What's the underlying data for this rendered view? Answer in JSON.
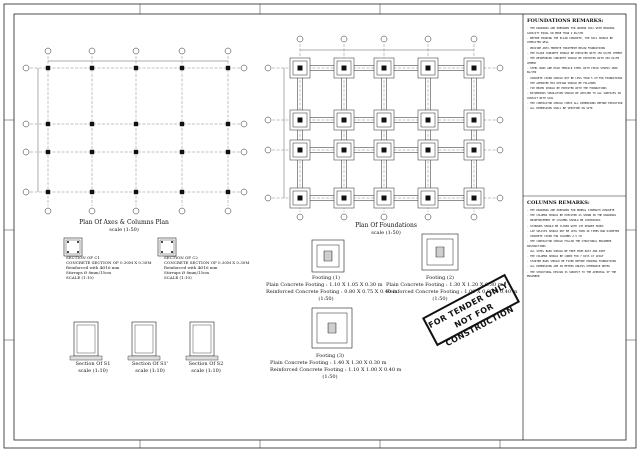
{
  "plans": {
    "axes_title": "Plan Of Axes & Columns Plan",
    "axes_scale": "scale (1:50)",
    "found_title": "Plan Of Foundations",
    "found_scale": "scale (1:50)"
  },
  "columns": {
    "c1_lines": [
      "SECTION OF C1",
      "CONCRETE SECTION OF 0.30M X 0.30M",
      "Reinforced with 4Ø16 mm",
      "Stirrups Ø 8mm/15cm",
      "SCALE (1:10)"
    ],
    "c2_lines": [
      "SECTION OF C2",
      "CONCRETE SECTION OF 0.30M X 0.30M",
      "Reinforced with 4Ø16 mm",
      "Stirrups Ø 8mm/15cm",
      "SCALE (1:10)"
    ]
  },
  "sections": [
    {
      "name": "Section Of S1",
      "scale": "scale (1:10)"
    },
    {
      "name": "Section Of S1'",
      "scale": "scale (1:10)"
    },
    {
      "name": "Section Of S2",
      "scale": "scale (1:10)"
    }
  ],
  "footings": {
    "f1": {
      "name": "Footing (1)",
      "plain": "Plain Concrete Footing : 1.10 X 1.05 X 0.30 m",
      "rc": "Reinforced Concrete Footing : 0.80 X 0.75 X 0.40 m",
      "scale": "(1:50)"
    },
    "f2": {
      "name": "Footing (2)",
      "plain": "Plain Concrete Footing : 1.30 X 1.20 X 0.30 m",
      "rc": "Reinforced Concrete Footing : 1.00 X 0.90 X 0.40 m",
      "scale": "(1:50)"
    },
    "f3": {
      "name": "Footing (3)",
      "plain": "Plain Concrete Footing : 1.40 X 1.30 X 0.30 m",
      "rc": "Reinforced Concrete Footing : 1.10 X 1.00 X 0.40 m",
      "scale": "(1:50)"
    }
  },
  "notes": {
    "foundations_heading": "FOUNDATIONS REMARKS:",
    "foundations_items": [
      "- THE DRAWINGS ARE PREPARED FOR GROUND SOIL WITH BEARING CAPACITY EQUAL OR MORE THAN 2 KG/CM2",
      "- BEFORE POURING THE PLAIN CONCRETE, THE SOIL SHOULD BE COMPACTED WELL",
      "- PROVIDE ANTI-TERMITE TREATMENT BELOW FOUNDATIONS",
      "- THE PLAIN CONCRETE SHOULD BE EXECUTED WITH 150 KG/M3 CEMENT",
      "- THE REINFORCED CONCRETE SHOULD BE EXECUTED WITH 350 KG/M3 CEMENT",
      "- STEEL BARS ARE HIGH TENSILE STEEL WITH YIELD STRESS 3600 KG/CM2",
      "- CONCRETE COVER SHOULD NOT BE LESS THAN 5 CM FOR FOUNDATIONS",
      "- THE APPROVED MIX DESIGN SHOULD BE FOLLOWED",
      "- TIE BEAMS SHOULD BE EXECUTED WITH THE FOUNDATIONS",
      "- BITUMINOUS INSULATION SHOULD BE APPLIED TO ALL SURFACES IN CONTACT WITH SOIL",
      "- THE CONTRACTOR SHOULD CHECK ALL DIMENSIONS BEFORE EXECUTION",
      "- ALL DIMENSIONS SHALL BE VERIFIED ON SITE"
    ],
    "columns_heading": "COLUMNS REMARKS:",
    "columns_items": [
      "- THE DRAWINGS ARE PREPARED FOR NORMAL STRENGTH CONCRETE",
      "- THE COLUMNS SHOULD BE EXECUTED AS SHOWN IN THE DRAWINGS",
      "- REINFORCEMENT OF COLUMNS SHOULD BE CONTINUOUS",
      "- STIRRUPS SHOULD BE CLOSED WITH 135 DEGREE HOOKS",
      "- LAP SPLICES SHOULD NOT BE LESS THAN 40 TIMES BAR DIAMETER",
      "- CONCRETE COVER FOR COLUMNS 2.5 CM",
      "- THE CONTRACTOR SHOULD FOLLOW THE STRUCTURAL ENGINEER INSTRUCTIONS",
      "- ALL STEEL BARS SHOULD BE FREE FROM RUST AND DIRT",
      "- THE COLUMNS SHOULD BE CURED FOR 7 DAYS AT LEAST",
      "- STARTER BARS SHOULD BE FIXED BEFORE POURING FOUNDATIONS",
      "- ALL DIMENSIONS ARE IN METERS UNLESS OTHERWISE NOTED",
      "- THE STRUCTURAL DESIGN IS SUBJECT TO THE APPROVAL OF THE ENGINEER"
    ]
  },
  "stamp": {
    "line1": "FOR TENDER ONLY",
    "line2": "NOT FOR CONSTRUCTION"
  }
}
